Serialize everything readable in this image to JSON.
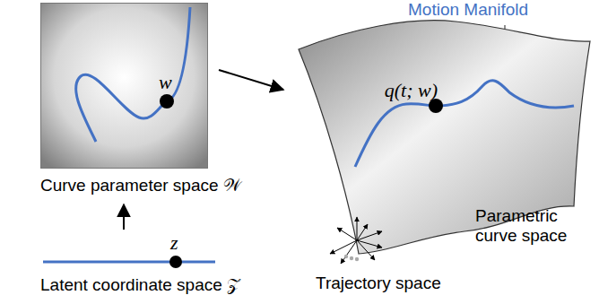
{
  "diagram": {
    "nodes": [
      {
        "text": [
          "w",
          "Curve parameter space 𝒲"
        ]
      },
      {
        "text": [
          "q(t; w)"
        ]
      }
    ],
    "edges": [
      {
        "from": 0,
        "to": 1,
        "arrow": "to"
      }
    ],
    "labels": [
      "Motion Manifold",
      "Parametric curve space",
      "Trajectory space",
      "z",
      "Latent coordinate space 𝒵"
    ]
  }
}
